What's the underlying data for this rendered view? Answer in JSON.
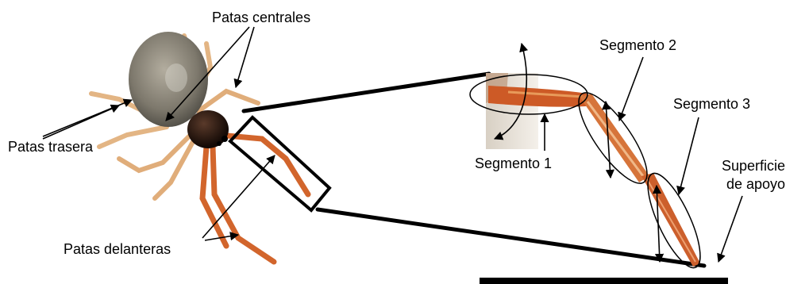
{
  "labels": {
    "patas_centrales": "Patas centrales",
    "patas_trasera": "Patas trasera",
    "patas_delanteras": "Patas delanteras",
    "segmento_1": "Segmento 1",
    "segmento_2": "Segmento 2",
    "segmento_3": "Segmento 3",
    "superficie_line1": "Superficie",
    "superficie_line2": "de apoyo"
  },
  "colors": {
    "leg_orange": "#d9692a",
    "leg_pale": "#e9b98a",
    "abdomen": "#8a857a",
    "cephalothorax": "#2a1a14",
    "outline": "#000000"
  }
}
